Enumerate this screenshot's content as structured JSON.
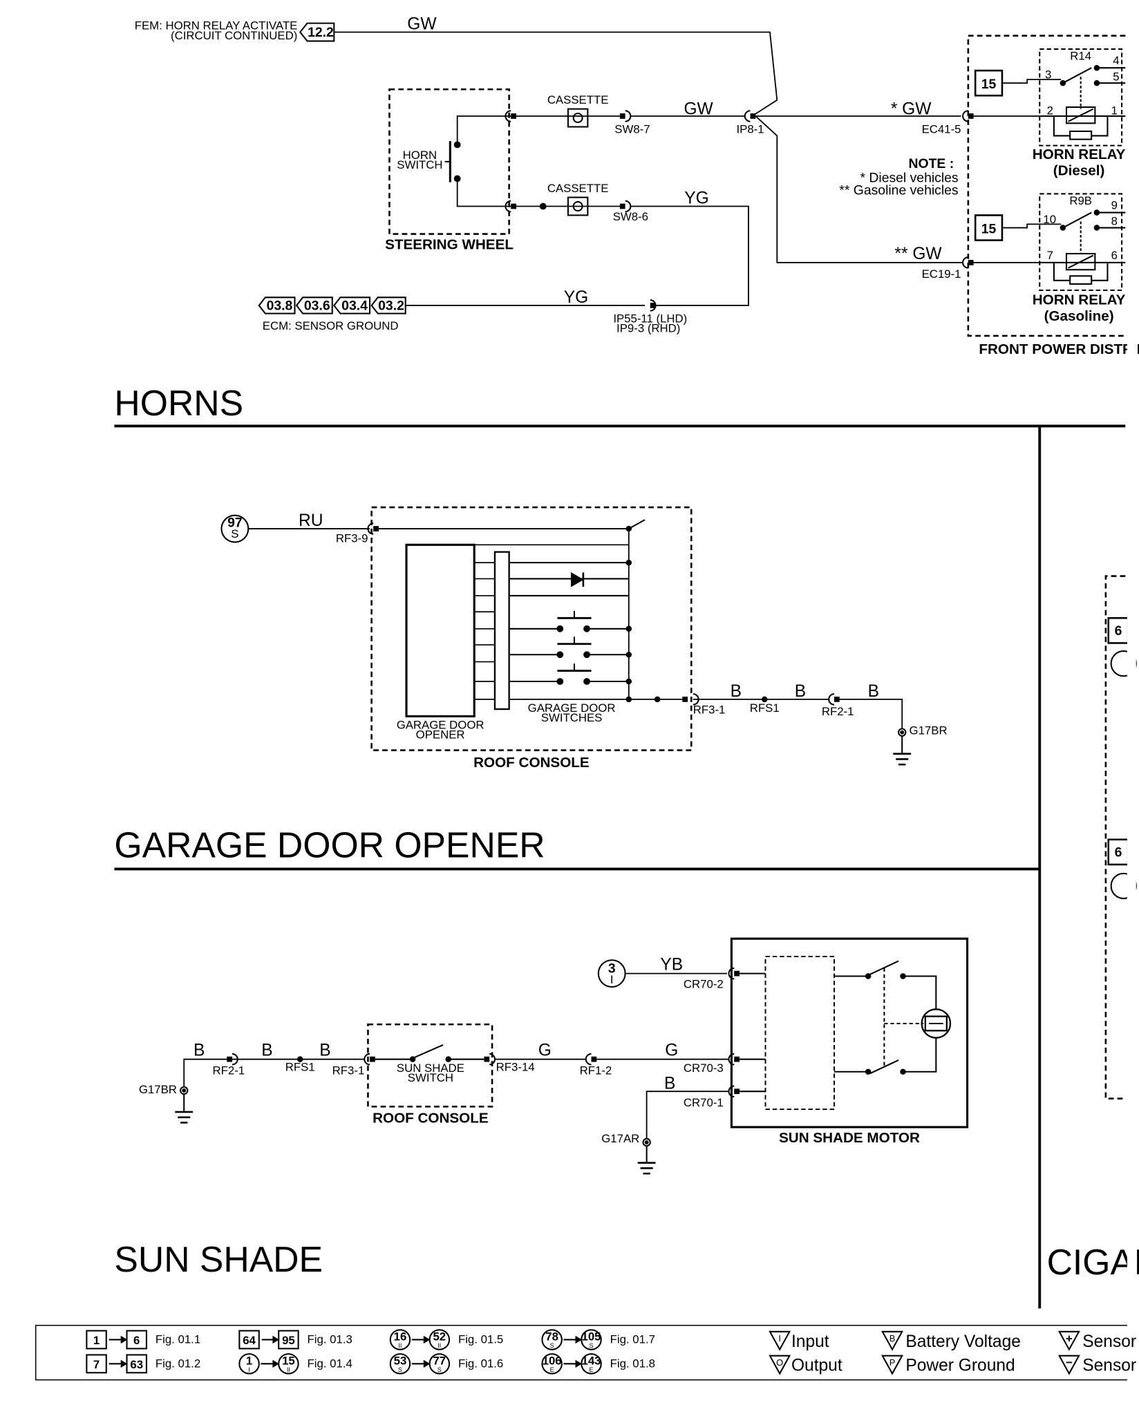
{
  "sections": {
    "horns": "HORNS",
    "garage": "GARAGE DOOR OPENER",
    "sunshade": "SUN SHADE",
    "cigar": "CIGAR"
  },
  "horns": {
    "fem_label_1": "FEM: HORN RELAY ACTIVATE",
    "fem_label_2": "(CIRCUIT CONTINUED)",
    "fem_ref": "12.2",
    "wire_gw": "GW",
    "wire_gw_2": "GW",
    "wire_gw_diesel": "* GW",
    "wire_gw_gas": "** GW",
    "wire_yg_1": "YG",
    "wire_yg_2": "YG",
    "cassette": "CASSETTE",
    "sw8_7": "SW8-7",
    "sw8_6": "SW8-6",
    "ip8_1": "IP8-1",
    "horn_switch_1": "HORN",
    "horn_switch_2": "SWITCH",
    "steering_wheel": "STEERING WHEEL",
    "ec41_5": "EC41-5",
    "ec19_1": "EC19-1",
    "note_title": "NOTE :",
    "note_1": "*  Diesel vehicles",
    "note_2": "** Gasoline vehicles",
    "fuse_diesel": "15",
    "fuse_gas": "15",
    "r14": "R14",
    "r9b": "R9B",
    "relay_diesel_1": "HORN RELAY",
    "relay_diesel_2": "(Diesel)",
    "relay_gas_1": "HORN RELAY",
    "relay_gas_2": "(Gasoline)",
    "pin3": "3",
    "pin4": "4",
    "pin5": "5",
    "pin2": "2",
    "pin1": "1",
    "pin10": "10",
    "pin9": "9",
    "pin8": "8",
    "pin7": "7",
    "pin6": "6",
    "front_power": "FRONT POWER DISTRIBU",
    "ecm_refs": [
      "03.8",
      "03.6",
      "03.4",
      "03.2"
    ],
    "ecm_label": "ECM: SENSOR GROUND",
    "ip55_1": "IP55-11 (LHD)",
    "ip55_2": "IP9-3 (RHD)"
  },
  "garage": {
    "ref_num": "97",
    "ref_sub": "S",
    "wire_ru": "RU",
    "rf3_9": "RF3-9",
    "opener_1": "GARAGE DOOR",
    "opener_2": "OPENER",
    "switches_1": "GARAGE DOOR",
    "switches_2": "SWITCHES",
    "roof_console": "ROOF CONSOLE",
    "rf3_1": "RF3-1",
    "rfs1": "RFS1",
    "rf2_1": "RF2-1",
    "wire_b_1": "B",
    "wire_b_2": "B",
    "wire_b_3": "B",
    "g17br": "G17BR"
  },
  "sunshade": {
    "ref_num": "3",
    "ref_sub": "I",
    "wire_yb": "YB",
    "cr70_2": "CR70-2",
    "cr70_3": "CR70-3",
    "cr70_1": "CR70-1",
    "g17br": "G17BR",
    "wire_b_1": "B",
    "wire_b_2": "B",
    "wire_b_3": "B",
    "wire_b_4": "B",
    "rf2_1": "RF2-1",
    "rfs1": "RFS1",
    "rf3_1": "RF3-1",
    "switch_1": "SUN SHADE",
    "switch_2": "SWITCH",
    "roof_console": "ROOF CONSOLE",
    "rf3_14": "RF3-14",
    "wire_g_1": "G",
    "wire_g_2": "G",
    "rf1_2": "RF1-2",
    "g17ar": "G17AR",
    "motor": "SUN SHADE MOTOR",
    "right_ref_1": "6",
    "right_ref_2": "6"
  },
  "legend": {
    "b1a": "1",
    "b1b": "6",
    "f1": "Fig. 01.1",
    "b2a": "7",
    "b2b": "63",
    "f2": "Fig. 01.2",
    "b3a": "64",
    "b3b": "95",
    "f3": "Fig. 01.3",
    "c4a": "1",
    "c4as": "I",
    "c4b": "15",
    "c4bs": "II",
    "f4": "Fig. 01.4",
    "c5a": "16",
    "c5as": "II",
    "c5b": "52",
    "c5bs": "II",
    "f5": "Fig. 01.5",
    "c6a": "53",
    "c6as": "S",
    "c6b": "77",
    "c6bs": "S",
    "f6": "Fig. 01.6",
    "c7a": "78",
    "c7as": "S",
    "c7b": "105",
    "c7bs": "S",
    "f7": "Fig. 01.7",
    "c8a": "106",
    "c8as": "E",
    "c8b": "143",
    "c8bs": "E",
    "f8": "Fig. 01.8",
    "tri_i": "I",
    "input": "Input",
    "tri_o": "O",
    "output": "Output",
    "tri_b": "B",
    "battery": "Battery Voltage",
    "tri_p": "P",
    "power_ground": "Power Ground",
    "tri_plus": "+",
    "sensor1": "Sensor",
    "tri_minus": "−",
    "sensor2": "Sensor"
  }
}
